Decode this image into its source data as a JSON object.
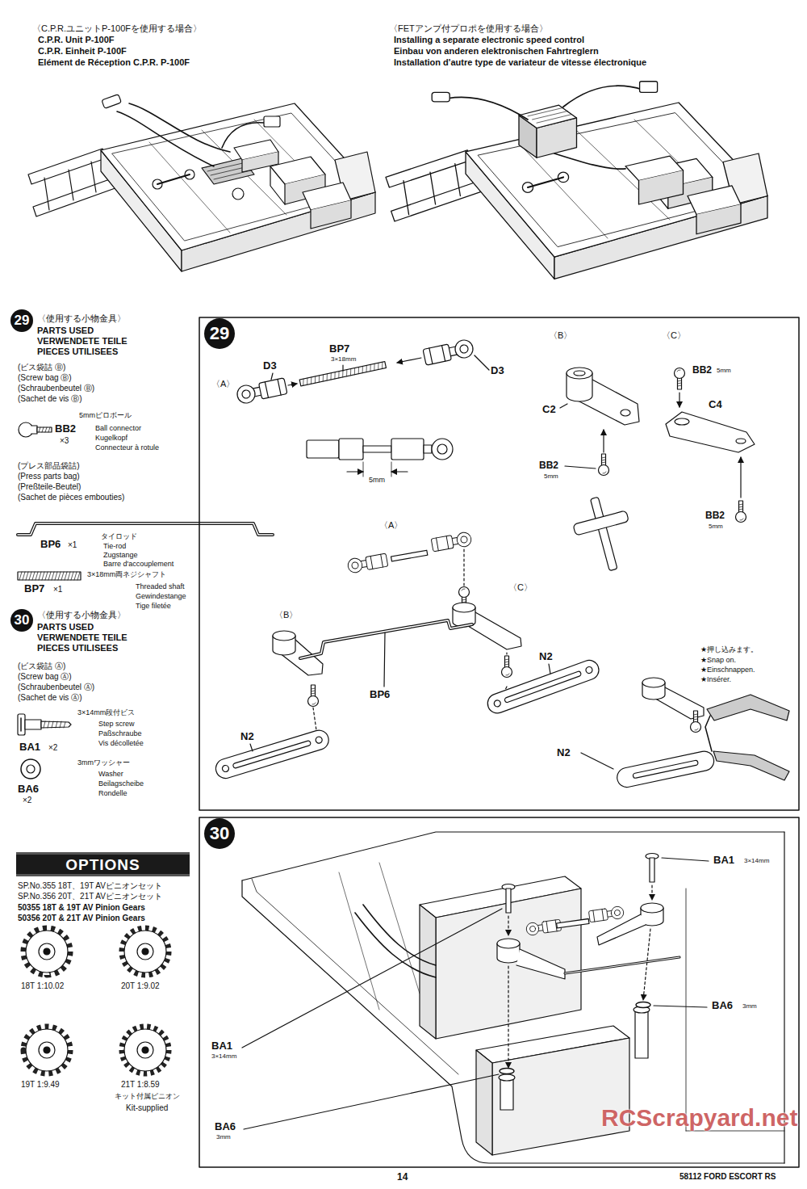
{
  "diagram": {
    "nodes": [
      {
        "text": [
          "29"
        ]
      },
      {
        "text": [
          "29"
        ]
      },
      {
        "text": [
          "30"
        ]
      },
      {
        "text": [
          "30"
        ]
      },
      {
        "text": [
          "OPTIONS"
        ]
      }
    ],
    "labels": [
      "〈C.P.R.ユニットP-100Fを使用する場合〉",
      "C.P.R. Unit P-100F",
      "C.P.R. Einheit P-100F",
      "Elément de Réception C.P.R. P-100F",
      "〈FETアンプ付プロポを使用する場合〉",
      "Installing a separate electronic speed control",
      "Einbau von anderen elektronischen Fahrtreglern",
      "Installation d'autre type de variateur de vitesse électronique",
      "〈使用する小物金具〉",
      "PARTS USED",
      "VERWENDETE TEILE",
      "PIECES UTILISEES",
      "(ビス袋詰 Ⓑ)",
      "(Screw bag Ⓑ)",
      "(Schraubenbeutel Ⓑ)",
      "(Sachet de vis Ⓑ)",
      "BB2",
      "×3",
      "5mmピロボール",
      "Ball connector",
      "Kugelkopf",
      "Connecteur à rotule",
      "(プレス部品袋詰)",
      "(Press parts bag)",
      "(Preßteile-Beutel)",
      "(Sachet de pièces embouties)",
      "BP6",
      "×1",
      "タイロッド",
      "Tie-rod",
      "Zugstange",
      "Barre d'accouplement",
      "3×18mm両ネジシャフト",
      "BP7",
      "×1",
      "Threaded shaft",
      "Gewindestange",
      "Tige filetée",
      "〈使用する小物金具〉",
      "PARTS USED",
      "VERWENDETE TEILE",
      "PIECES UTILISEES",
      "(ビス袋詰 Ⓐ)",
      "(Screw bag Ⓐ)",
      "(Schraubenbeutel Ⓐ)",
      "(Sachet de vis Ⓐ)",
      "3×14mm段付ビス",
      "BA1",
      "×2",
      "Step screw",
      "Paßschraube",
      "Vis décolletée",
      "3mmワッシャー",
      "BA6",
      "×2",
      "Washer",
      "Beilagscheibe",
      "Rondelle",
      "SP.No.355 18T、19T AVピニオンセット",
      "SP.No.356 20T、21T AVピニオンセット",
      "50355 18T & 19T AV Pinion Gears",
      "50356 20T & 21T AV Pinion Gears",
      "18T 1:10.02",
      "20T 1:9.02",
      "19T 1:9.49",
      "21T 1:8.59",
      "キット付属ピニオン",
      "Kit-supplied",
      "BP7",
      "3×18mm",
      "D3",
      "D3",
      "〈A〉",
      "5mm",
      "〈B〉",
      "C2",
      "BB2",
      "5mm",
      "〈C〉",
      "BB2",
      "5mm",
      "C4",
      "BB2",
      "5mm",
      "〈A〉",
      "〈C〉",
      "〈B〉",
      "BP6",
      "N2",
      "N2",
      "N2",
      "★押し込みます。",
      "★Snap on.",
      "★Einschnappen.",
      "★Insérer.",
      "BA1",
      "3×14mm",
      "BA6",
      "3mm",
      "BA1",
      "3×14mm",
      "BA6",
      "3mm",
      "14",
      "58112 FORD ESCORT RS",
      "RCScrapyard.net"
    ]
  }
}
